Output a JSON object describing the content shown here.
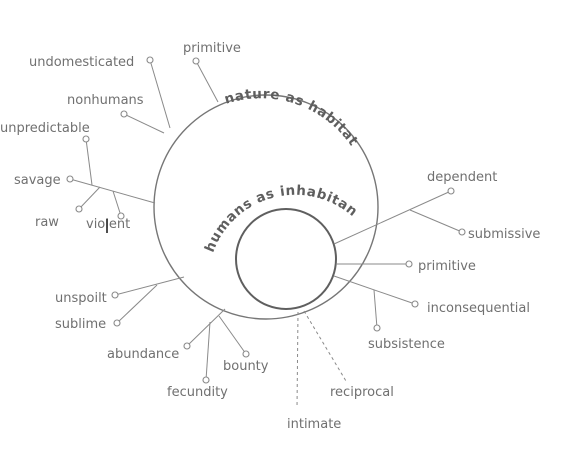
{
  "circles": {
    "outer_label": "nature as habitat",
    "inner_label": "humans as inhabitants"
  },
  "terms": {
    "undomesticated": "undomesticated",
    "primitive_top": "primitive",
    "nonhumans": "nonhumans",
    "unpredictable": "unpredictable",
    "savage": "savage",
    "raw": "raw",
    "violent": "violent",
    "dependent": "dependent",
    "submissive": "submissive",
    "primitive_right": "primitive",
    "inconsequential": "inconsequential",
    "subsistence": "subsistence",
    "unspoilt": "unspoilt",
    "sublime": "sublime",
    "abundance": "abundance",
    "bounty": "bounty",
    "fecundity": "fecundity",
    "reciprocal": "reciprocal",
    "intimate": "intimate"
  }
}
